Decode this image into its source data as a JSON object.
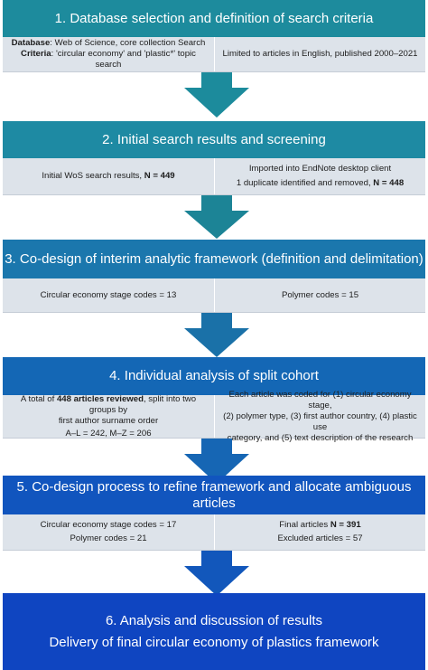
{
  "colors": {
    "step1": "#1d8b9d",
    "step2": "#1e8aa3",
    "step3": "#1b77ad",
    "step4": "#1467b5",
    "step5": "#1155be",
    "step6": "#0f45c1",
    "arrow1": "#1c8b9c",
    "arrow2": "#1c8496",
    "arrow3": "#1a71a8",
    "arrow4": "#1666b4",
    "arrow5": "#1257bb",
    "subpanel": "#dde3ea"
  },
  "step1": {
    "title": "1. Database selection and definition of search criteria",
    "left": {
      "database_label": "Database",
      "database_text": ": Web of Science, core collection Search",
      "criteria_label": "Criteria",
      "criteria_text": ": 'circular economy' and 'plastic*' topic",
      "criteria_cont": "search"
    },
    "right": "Limited to articles in English, published 2000–2021"
  },
  "step2": {
    "title": "2. Initial search results and screening",
    "left_text": "Initial WoS search results, ",
    "left_bold": "N = 449",
    "right_line1": "Imported into EndNote desktop client",
    "right_line2_text": "1 duplicate identified and removed, ",
    "right_line2_bold": "N = 448"
  },
  "step3": {
    "title": "3. Co-design of interim analytic framework (definition and delimitation)",
    "left": "Circular economy stage codes = 13",
    "right": "Polymer codes = 15"
  },
  "step4": {
    "title": "4. Individual analysis of split cohort",
    "left_pre": "A total of ",
    "left_bold": "448 articles reviewed",
    "left_post": ", split into two groups by",
    "left_line2": "first author surname order",
    "left_line3": "A–L = 242, M–Z = 206",
    "right_line1": "Each article was coded for (1)  circular economy stage,",
    "right_line2": "(2) polymer type, (3) first author country, (4) plastic use",
    "right_line3": "category, and (5) text description of the research"
  },
  "step5": {
    "title": "5. Co-design process to refine framework and allocate ambiguous articles",
    "left_line1": "Circular economy stage codes = 17",
    "left_line2": "Polymer codes = 21",
    "right_line1_text": "Final articles ",
    "right_line1_bold": "N = 391",
    "right_line2": "Excluded articles = 57"
  },
  "step6": {
    "line1": "6. Analysis and discussion of results",
    "line2": "Delivery of final circular economy of plastics framework"
  }
}
